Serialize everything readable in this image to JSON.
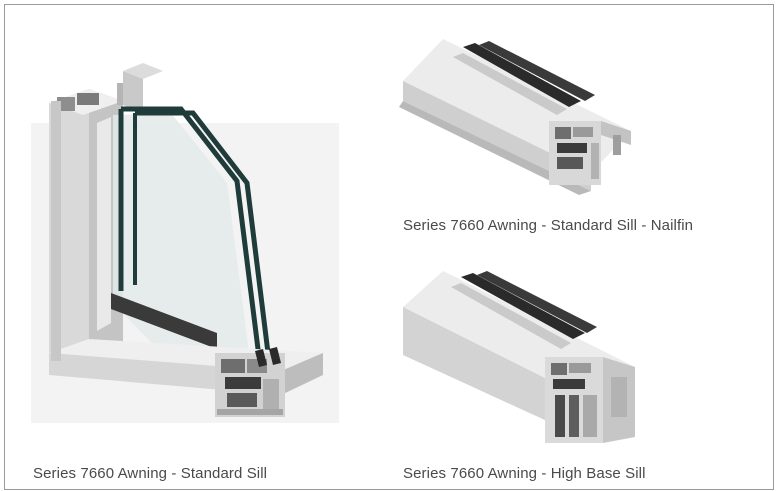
{
  "products": [
    {
      "caption": "Series 7660 Awning - Standard Sill",
      "image": "corner-window-frame-section"
    },
    {
      "caption": "Series 7660 Awning - Standard Sill - Nailfin",
      "image": "sill-profile-nailfin"
    },
    {
      "caption": "Series 7660 Awning - High Base Sill",
      "image": "sill-profile-high-base"
    }
  ],
  "colors": {
    "aluminum_light": "#e6e6e6",
    "aluminum_mid": "#cfcfcf",
    "aluminum_dark": "#9e9e9e",
    "glass_edge": "#1f3b3a",
    "gasket": "#2a2a2a",
    "caption_text": "#4a4a4a",
    "frame_border": "#9a9a9a"
  }
}
